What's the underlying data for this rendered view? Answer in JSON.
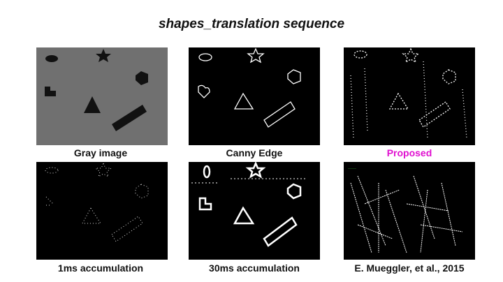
{
  "title": "shapes_translation sequence",
  "panels": [
    {
      "caption": "Gray image",
      "caption_color": "#111111"
    },
    {
      "caption": "Canny Edge",
      "caption_color": "#111111"
    },
    {
      "caption": "Proposed",
      "caption_color": "#e010d0"
    },
    {
      "caption": "1ms accumulation",
      "caption_color": "#111111"
    },
    {
      "caption": "30ms accumulation",
      "caption_color": "#111111"
    },
    {
      "caption": "E. Mueggler, et al., 2015",
      "caption_color": "#111111"
    }
  ]
}
